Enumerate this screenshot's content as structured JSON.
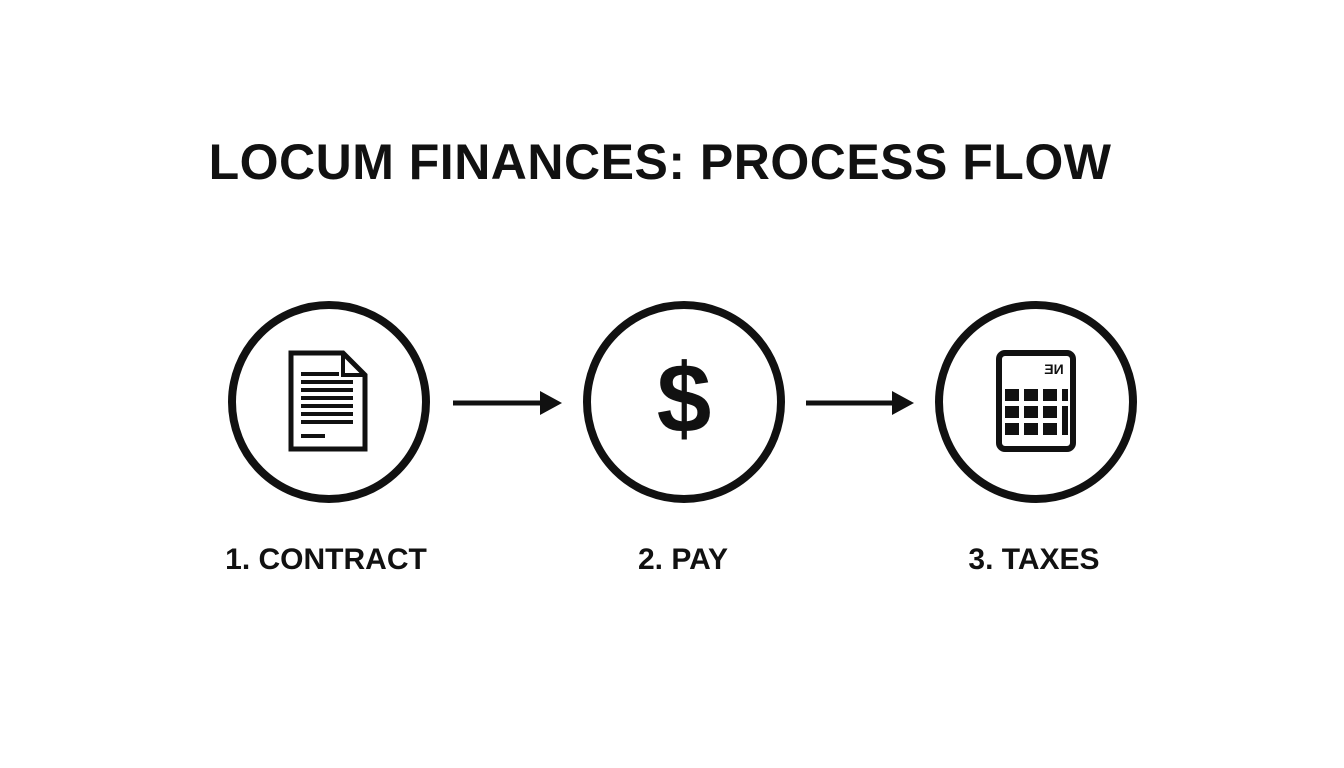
{
  "title": "LOCUM FINANCES: PROCESS FLOW",
  "steps": [
    {
      "label": "1. CONTRACT",
      "icon": "document-icon"
    },
    {
      "label": "2. PAY",
      "icon": "dollar-sign-icon",
      "symbol": "$"
    },
    {
      "label": "3. TAXES",
      "icon": "calculator-icon",
      "display_text": "ƎИ"
    }
  ],
  "connectors": [
    "arrow-right-icon",
    "arrow-right-icon"
  ],
  "colors": {
    "background": "#ffffff",
    "ink": "#111111"
  }
}
